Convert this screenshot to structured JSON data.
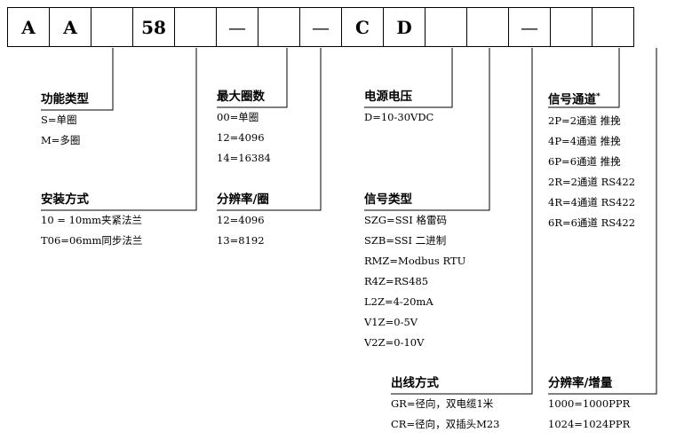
{
  "code_cells": [
    "A",
    "A",
    "",
    "58",
    "",
    "—",
    "",
    "—",
    "C",
    "D",
    "",
    "",
    "—",
    "",
    ""
  ],
  "groups": {
    "function_type": {
      "title": "功能类型",
      "items": [
        "S=单圈",
        "M=多圈"
      ]
    },
    "max_turns": {
      "title": "最大圈数",
      "items": [
        "00=单圈",
        "12=4096",
        "14=16384"
      ]
    },
    "power_voltage": {
      "title": "电源电压",
      "items": [
        "D=10-30VDC"
      ]
    },
    "signal_channel": {
      "title": "信号通道",
      "title_mark": "*",
      "items": [
        "2P=2通道  推挽",
        "4P=4通道  推挽",
        "6P=6通道  推挽",
        "2R=2通道  RS422",
        "4R=4通道  RS422",
        "6R=6通道  RS422"
      ]
    },
    "mounting": {
      "title": "安装方式",
      "items": [
        "10 = 10mm夹紧法兰",
        "T06=06mm同步法兰"
      ]
    },
    "resolution_turn": {
      "title": "分辨率/圈",
      "items": [
        "12=4096",
        "13=8192"
      ]
    },
    "signal_type": {
      "title": "信号类型",
      "items": [
        "SZG=SSI  格雷码",
        "SZB=SSI  二进制",
        "RMZ=Modbus RTU",
        "R4Z=RS485",
        "L2Z=4-20mA",
        "V1Z=0-5V",
        "V2Z=0-10V"
      ]
    },
    "outlet": {
      "title": "出线方式",
      "items": [
        "GR=径向，双电缆1米",
        "CR=径向，双插头M23"
      ]
    },
    "resolution_increment": {
      "title": "分辨率/增量",
      "items": [
        "1000=1000PPR",
        "1024=1024PPR"
      ]
    }
  }
}
